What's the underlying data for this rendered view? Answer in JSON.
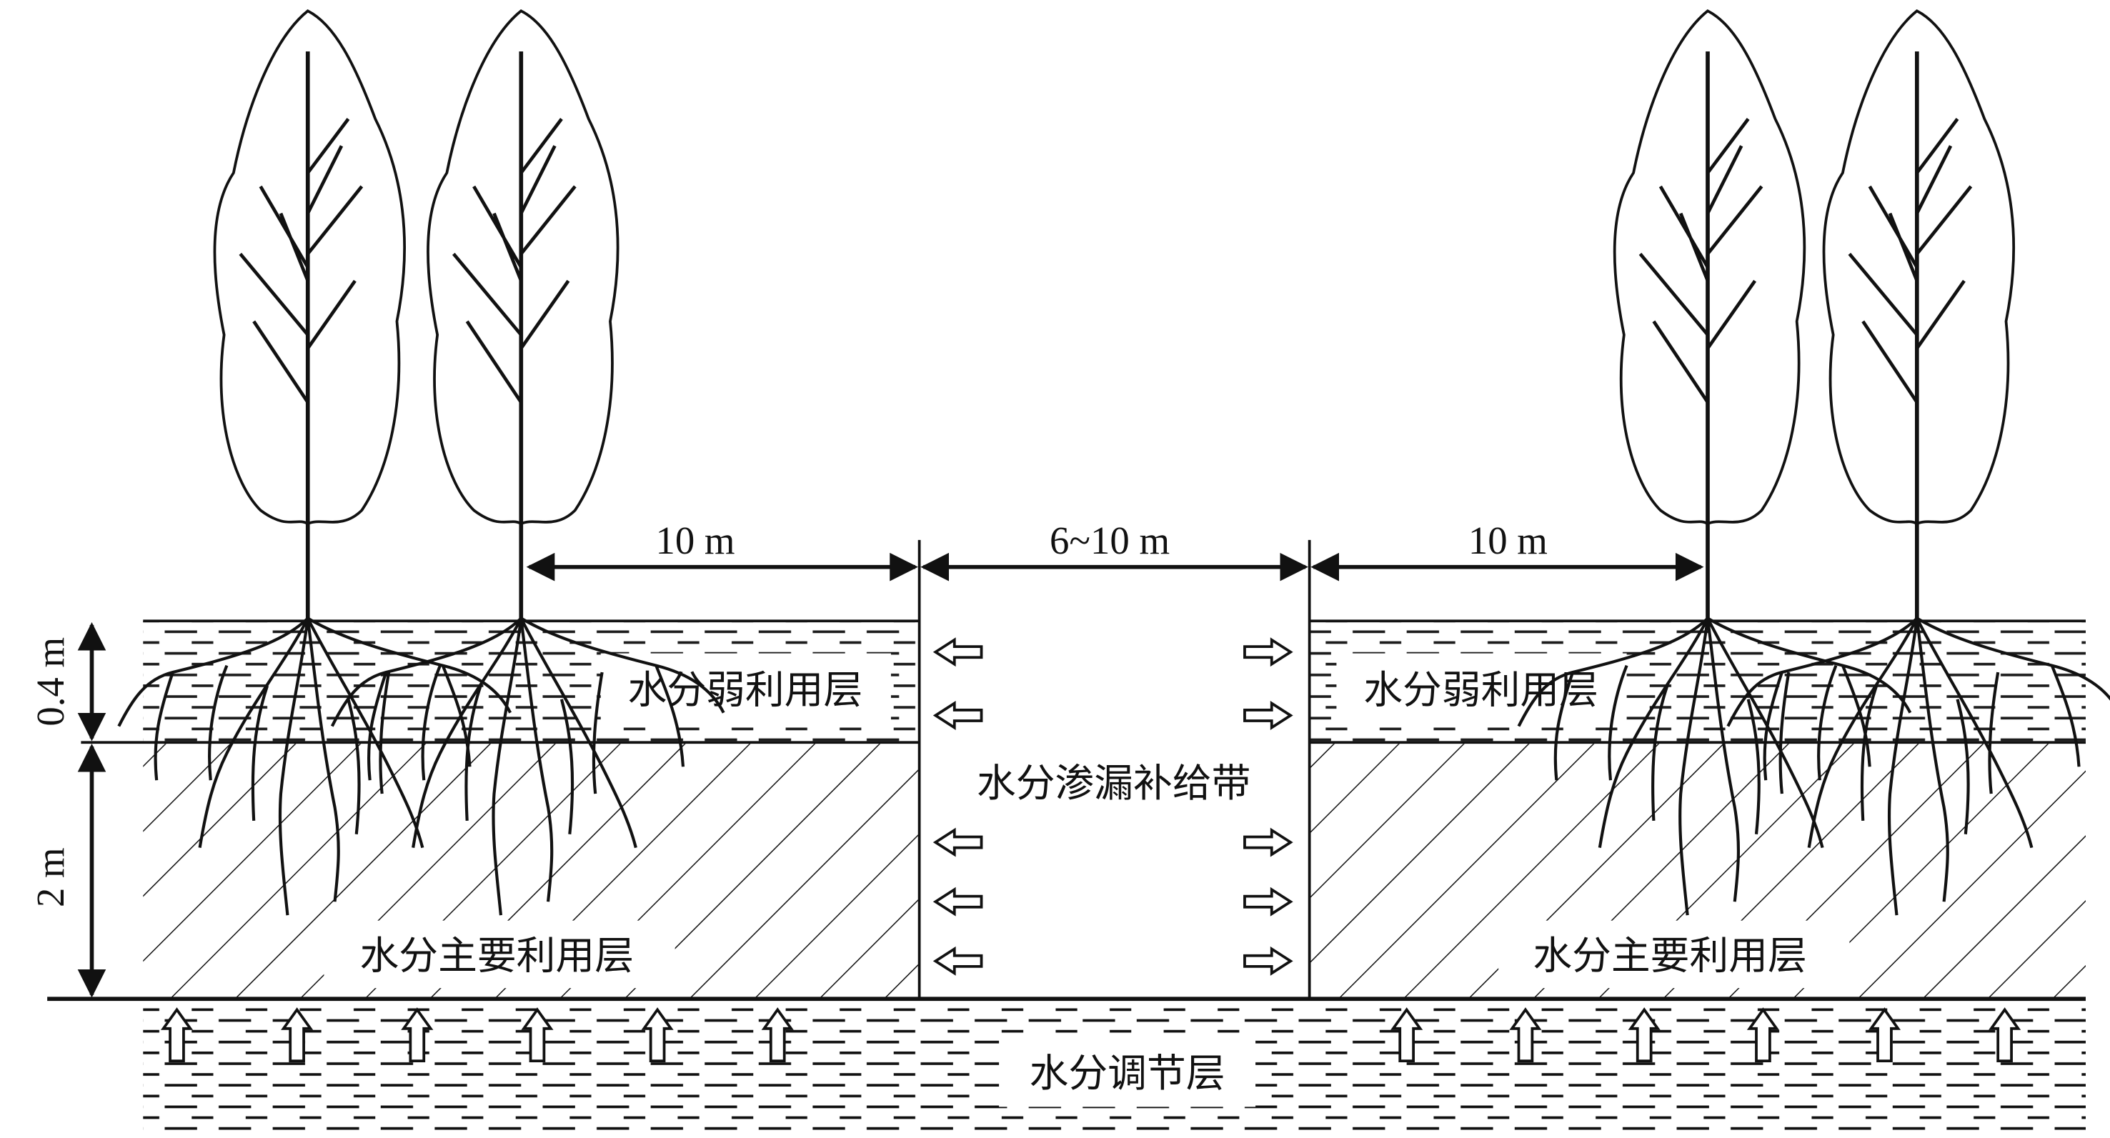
{
  "labels": {
    "weak_layer_left": "水分弱利用层",
    "weak_layer_right": "水分弱利用层",
    "main_layer_left": "水分主要利用层",
    "main_layer_right": "水分主要利用层",
    "recharge_zone": "水分渗漏补给带",
    "regulation_layer": "水分调节层"
  },
  "dimensions": {
    "left_spacing": "10 m",
    "center_width": "6~10 m",
    "right_spacing": "10 m",
    "top_layer_depth": "0.4 m",
    "main_layer_depth": "2 m"
  },
  "icons": {
    "tree": "tree-icon",
    "arrow_left": "arrow-left-icon",
    "arrow_right": "arrow-right-icon",
    "arrow_up": "arrow-up-icon"
  },
  "colors": {
    "ink": "#111111",
    "background": "#ffffff"
  }
}
